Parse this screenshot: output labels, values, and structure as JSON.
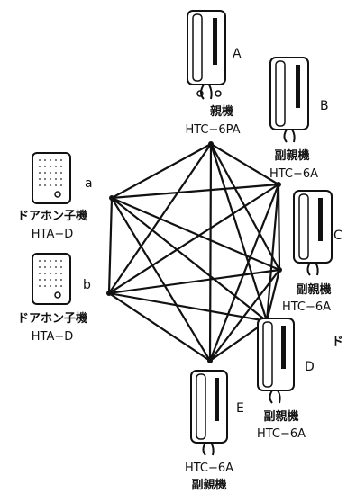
{
  "nodes": [
    {
      "id": "A",
      "letter": "A",
      "role": "親機",
      "model": "HTC−6PA"
    },
    {
      "id": "B",
      "letter": "B",
      "role": "副親機",
      "model": "HTC−6A"
    },
    {
      "id": "C",
      "letter": "C",
      "role": "副親機",
      "model": "HTC−6A"
    },
    {
      "id": "D",
      "letter": "D",
      "role": "副親機",
      "model": "HTC−6A"
    },
    {
      "id": "E",
      "letter": "E",
      "role": "副親機",
      "model": "HTC−6A"
    },
    {
      "id": "a",
      "letter": "a",
      "role": "ドアホン子機",
      "model": "HTA−D"
    },
    {
      "id": "b",
      "letter": "b",
      "role": "ドアホン子機",
      "model": "HTA−D"
    }
  ],
  "stray_text": "ド",
  "connections": [
    [
      "A",
      "B"
    ],
    [
      "A",
      "C"
    ],
    [
      "A",
      "D"
    ],
    [
      "A",
      "E"
    ],
    [
      "A",
      "a"
    ],
    [
      "A",
      "b"
    ],
    [
      "B",
      "C"
    ],
    [
      "B",
      "D"
    ],
    [
      "B",
      "E"
    ],
    [
      "B",
      "a"
    ],
    [
      "B",
      "b"
    ],
    [
      "C",
      "D"
    ],
    [
      "C",
      "E"
    ],
    [
      "C",
      "a"
    ],
    [
      "C",
      "b"
    ],
    [
      "D",
      "E"
    ],
    [
      "D",
      "a"
    ],
    [
      "D",
      "b"
    ],
    [
      "E",
      "a"
    ],
    [
      "E",
      "b"
    ],
    [
      "a",
      "b"
    ]
  ]
}
